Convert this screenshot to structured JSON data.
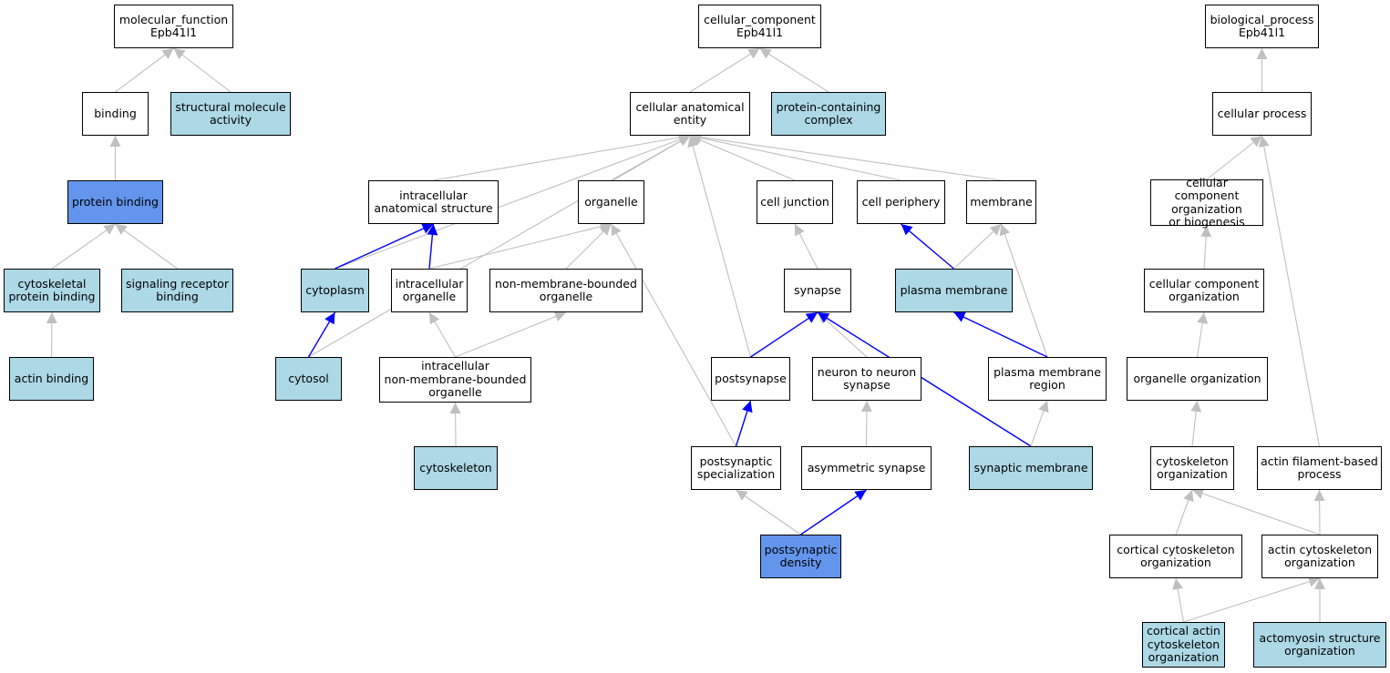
{
  "colors": {
    "background": "#ffffff",
    "node_border": "#000000",
    "node_white": "#ffffff",
    "node_light": "#add8e6",
    "node_mid": "#6495ed",
    "edge_gray": "#c0c0c0",
    "edge_blue": "#0000ff"
  },
  "nodes": [
    {
      "id": "mf",
      "label": "molecular_function\nEpb41l1",
      "fill": "white"
    },
    {
      "id": "cc",
      "label": "cellular_component\nEpb41l1",
      "fill": "white"
    },
    {
      "id": "bp",
      "label": "biological_process\nEpb41l1",
      "fill": "white"
    },
    {
      "id": "binding",
      "label": "binding",
      "fill": "white"
    },
    {
      "id": "structural",
      "label": "structural molecule\nactivity",
      "fill": "light"
    },
    {
      "id": "protein_binding",
      "label": "protein binding",
      "fill": "mid"
    },
    {
      "id": "cytoskeletal_pb",
      "label": "cytoskeletal\nprotein binding",
      "fill": "light"
    },
    {
      "id": "signaling_rb",
      "label": "signaling receptor\nbinding",
      "fill": "light"
    },
    {
      "id": "actin_binding",
      "label": "actin binding",
      "fill": "light"
    },
    {
      "id": "cae",
      "label": "cellular anatomical\nentity",
      "fill": "white"
    },
    {
      "id": "pcc",
      "label": "protein-containing\ncomplex",
      "fill": "light"
    },
    {
      "id": "ias",
      "label": "intracellular\nanatomical structure",
      "fill": "white"
    },
    {
      "id": "organelle",
      "label": "organelle",
      "fill": "white"
    },
    {
      "id": "cell_junction",
      "label": "cell junction",
      "fill": "white"
    },
    {
      "id": "cell_periphery",
      "label": "cell periphery",
      "fill": "white"
    },
    {
      "id": "membrane",
      "label": "membrane",
      "fill": "white"
    },
    {
      "id": "cytoplasm",
      "label": "cytoplasm",
      "fill": "light"
    },
    {
      "id": "int_organelle",
      "label": "intracellular\norganelle",
      "fill": "white"
    },
    {
      "id": "nmbo",
      "label": "non-membrane-bounded\norganelle",
      "fill": "white"
    },
    {
      "id": "synapse",
      "label": "synapse",
      "fill": "white"
    },
    {
      "id": "plasma_membrane",
      "label": "plasma membrane",
      "fill": "light"
    },
    {
      "id": "cytosol",
      "label": "cytosol",
      "fill": "light"
    },
    {
      "id": "int_nmbo",
      "label": "intracellular\nnon-membrane-bounded\norganelle",
      "fill": "white"
    },
    {
      "id": "postsynapse",
      "label": "postsynapse",
      "fill": "white"
    },
    {
      "id": "n2n_synapse",
      "label": "neuron to neuron\nsynapse",
      "fill": "white"
    },
    {
      "id": "pm_region",
      "label": "plasma membrane\nregion",
      "fill": "white"
    },
    {
      "id": "cytoskeleton",
      "label": "cytoskeleton",
      "fill": "light"
    },
    {
      "id": "ps_spec",
      "label": "postsynaptic\nspecialization",
      "fill": "white"
    },
    {
      "id": "asym_synapse",
      "label": "asymmetric synapse",
      "fill": "white"
    },
    {
      "id": "syn_membrane",
      "label": "synaptic membrane",
      "fill": "light"
    },
    {
      "id": "ps_density",
      "label": "postsynaptic\ndensity",
      "fill": "mid"
    },
    {
      "id": "cellular_process",
      "label": "cellular process",
      "fill": "white"
    },
    {
      "id": "ccob",
      "label": "cellular component\norganization\nor biogenesis",
      "fill": "white"
    },
    {
      "id": "cco",
      "label": "cellular component\norganization",
      "fill": "white"
    },
    {
      "id": "org_org",
      "label": "organelle organization",
      "fill": "white"
    },
    {
      "id": "cyto_org",
      "label": "cytoskeleton\norganization",
      "fill": "white"
    },
    {
      "id": "afbp",
      "label": "actin filament-based\nprocess",
      "fill": "white"
    },
    {
      "id": "cort_cyto_org",
      "label": "cortical cytoskeleton\norganization",
      "fill": "white"
    },
    {
      "id": "actin_cyto_org",
      "label": "actin cytoskeleton\norganization",
      "fill": "white"
    },
    {
      "id": "cort_actin_org",
      "label": "cortical actin\ncytoskeleton\norganization",
      "fill": "light"
    },
    {
      "id": "actomyosin_org",
      "label": "actomyosin structure\norganization",
      "fill": "light"
    }
  ],
  "edges": [
    {
      "from": "binding",
      "to": "mf",
      "color": "gray"
    },
    {
      "from": "structural",
      "to": "mf",
      "color": "gray"
    },
    {
      "from": "protein_binding",
      "to": "binding",
      "color": "gray"
    },
    {
      "from": "cytoskeletal_pb",
      "to": "protein_binding",
      "color": "gray"
    },
    {
      "from": "signaling_rb",
      "to": "protein_binding",
      "color": "gray"
    },
    {
      "from": "actin_binding",
      "to": "cytoskeletal_pb",
      "color": "gray"
    },
    {
      "from": "cae",
      "to": "cc",
      "color": "gray"
    },
    {
      "from": "pcc",
      "to": "cc",
      "color": "gray"
    },
    {
      "from": "ias",
      "to": "cae",
      "color": "gray"
    },
    {
      "from": "organelle",
      "to": "cae",
      "color": "gray"
    },
    {
      "from": "cell_junction",
      "to": "cae",
      "color": "gray"
    },
    {
      "from": "cell_periphery",
      "to": "cae",
      "color": "gray"
    },
    {
      "from": "membrane",
      "to": "cae",
      "color": "gray"
    },
    {
      "from": "cytoplasm",
      "to": "cae",
      "color": "gray"
    },
    {
      "from": "cytosol",
      "to": "cae",
      "color": "gray"
    },
    {
      "from": "postsynapse",
      "to": "cae",
      "color": "gray"
    },
    {
      "from": "cytoplasm",
      "to": "ias",
      "color": "blue"
    },
    {
      "from": "int_organelle",
      "to": "ias",
      "color": "blue"
    },
    {
      "from": "int_organelle",
      "to": "organelle",
      "color": "gray"
    },
    {
      "from": "nmbo",
      "to": "organelle",
      "color": "gray"
    },
    {
      "from": "ps_spec",
      "to": "organelle",
      "color": "gray"
    },
    {
      "from": "cytosol",
      "to": "cytoplasm",
      "color": "blue"
    },
    {
      "from": "int_nmbo",
      "to": "int_organelle",
      "color": "gray"
    },
    {
      "from": "int_nmbo",
      "to": "nmbo",
      "color": "gray"
    },
    {
      "from": "cytoskeleton",
      "to": "int_nmbo",
      "color": "gray"
    },
    {
      "from": "synapse",
      "to": "cell_junction",
      "color": "gray"
    },
    {
      "from": "plasma_membrane",
      "to": "cell_periphery",
      "color": "blue"
    },
    {
      "from": "plasma_membrane",
      "to": "membrane",
      "color": "gray"
    },
    {
      "from": "pm_region",
      "to": "membrane",
      "color": "gray"
    },
    {
      "from": "pm_region",
      "to": "plasma_membrane",
      "color": "blue"
    },
    {
      "from": "postsynapse",
      "to": "synapse",
      "color": "blue"
    },
    {
      "from": "n2n_synapse",
      "to": "synapse",
      "color": "gray"
    },
    {
      "from": "syn_membrane",
      "to": "synapse",
      "color": "blue"
    },
    {
      "from": "ps_spec",
      "to": "postsynapse",
      "color": "blue"
    },
    {
      "from": "asym_synapse",
      "to": "n2n_synapse",
      "color": "gray"
    },
    {
      "from": "syn_membrane",
      "to": "pm_region",
      "color": "gray"
    },
    {
      "from": "ps_density",
      "to": "ps_spec",
      "color": "gray"
    },
    {
      "from": "ps_density",
      "to": "asym_synapse",
      "color": "blue"
    },
    {
      "from": "cellular_process",
      "to": "bp",
      "color": "gray"
    },
    {
      "from": "ccob",
      "to": "cellular_process",
      "color": "gray"
    },
    {
      "from": "afbp",
      "to": "cellular_process",
      "color": "gray"
    },
    {
      "from": "cco",
      "to": "ccob",
      "color": "gray"
    },
    {
      "from": "org_org",
      "to": "cco",
      "color": "gray"
    },
    {
      "from": "cyto_org",
      "to": "org_org",
      "color": "gray"
    },
    {
      "from": "cort_cyto_org",
      "to": "cyto_org",
      "color": "gray"
    },
    {
      "from": "actin_cyto_org",
      "to": "cyto_org",
      "color": "gray"
    },
    {
      "from": "actin_cyto_org",
      "to": "afbp",
      "color": "gray"
    },
    {
      "from": "cort_actin_org",
      "to": "cort_cyto_org",
      "color": "gray"
    },
    {
      "from": "cort_actin_org",
      "to": "actin_cyto_org",
      "color": "gray"
    },
    {
      "from": "actomyosin_org",
      "to": "actin_cyto_org",
      "color": "gray"
    }
  ]
}
